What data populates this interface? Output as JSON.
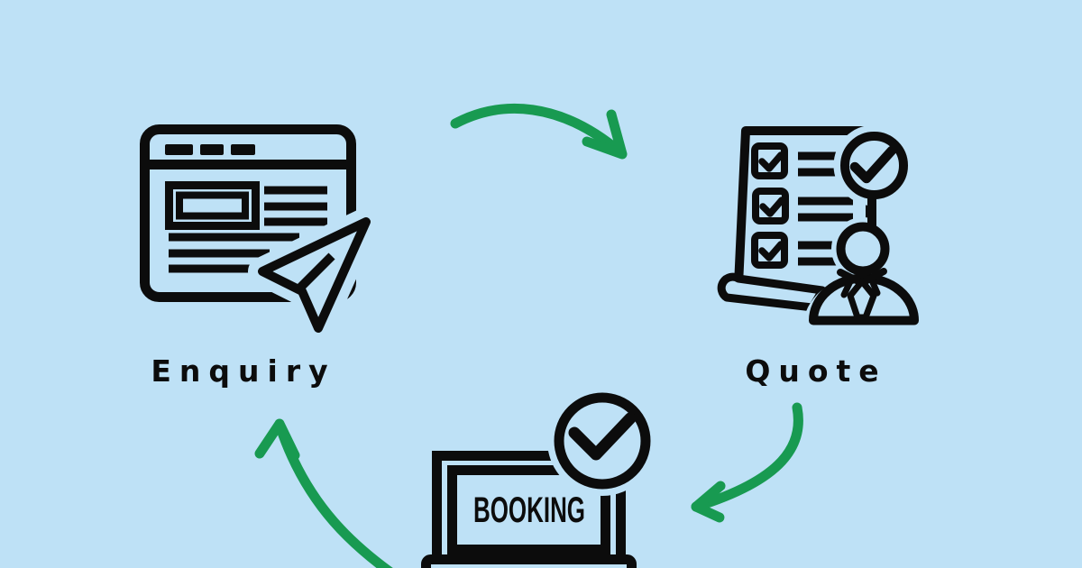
{
  "colors": {
    "background": "#bee1f6",
    "icon_line": "#0c0c0c",
    "arrow_green": "#189a51"
  },
  "steps": {
    "enquiry": {
      "label": "Enquiry",
      "icon": "webpage-send-icon"
    },
    "quote": {
      "label": "Quote",
      "icon": "checklist-client-icon"
    },
    "booking": {
      "screen_label": "BOOKING",
      "icon": "laptop-check-icon"
    }
  },
  "arrows": [
    {
      "icon": "curved-arrow-icon",
      "from": "enquiry",
      "to": "quote"
    },
    {
      "icon": "curved-arrow-icon",
      "from": "quote",
      "to": "booking"
    },
    {
      "icon": "curved-arrow-icon",
      "from": "booking",
      "to": "enquiry"
    }
  ]
}
